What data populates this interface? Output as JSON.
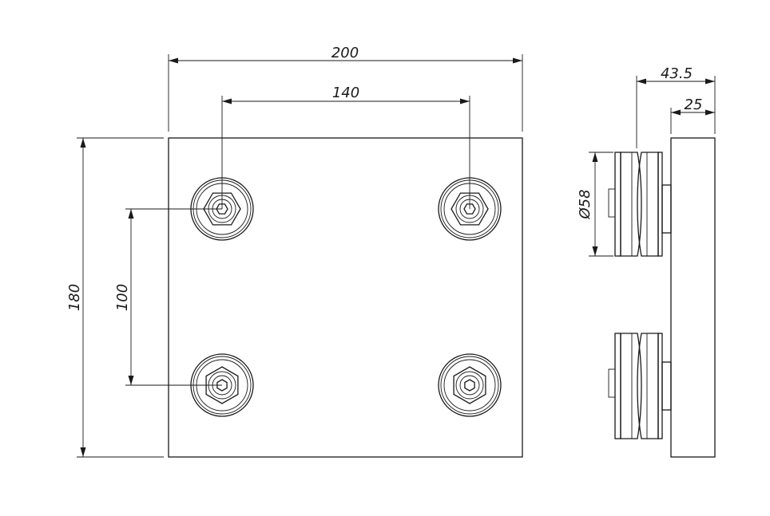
{
  "dimensions": {
    "overall_width": "200",
    "hole_spacing_horizontal": "140",
    "overall_height": "180",
    "hole_spacing_vertical": "100",
    "wheel_diameter": "Ø58",
    "total_depth": "43.5",
    "plate_thickness": "25"
  }
}
